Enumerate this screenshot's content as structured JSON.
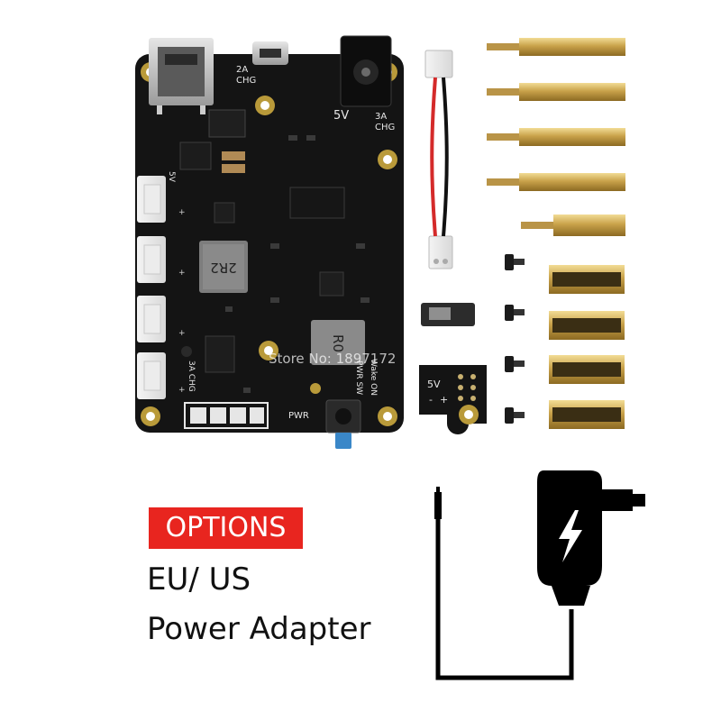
{
  "image": {
    "subject": "expansion board kit with power adapter option"
  },
  "board_labels": {
    "usb_current": "2A",
    "usb_chg": "CHG",
    "dc_current": "3A",
    "dc_chg": "CHG",
    "dc_voltage": "5V",
    "inductor_1": "2R2",
    "inductor_2": "R0",
    "pwr": "PWR",
    "pwr_sw": "PWR SW",
    "wake_on": "Wake ON",
    "port_3a": "3A CHG",
    "port_5v": "5V",
    "small_board_5v": "5V",
    "small_board_minus": "-",
    "small_board_plus": "+"
  },
  "watermark": "Store No: 1897172",
  "options": {
    "badge": "OPTIONS",
    "line1": "EU/ US",
    "line2": "Power Adapter"
  },
  "colors": {
    "badge_bg": "#e8251f",
    "pcb": "#141414",
    "brass": "#c9a24a",
    "gold_pad": "#b99a3a",
    "adapter": "#000000"
  }
}
